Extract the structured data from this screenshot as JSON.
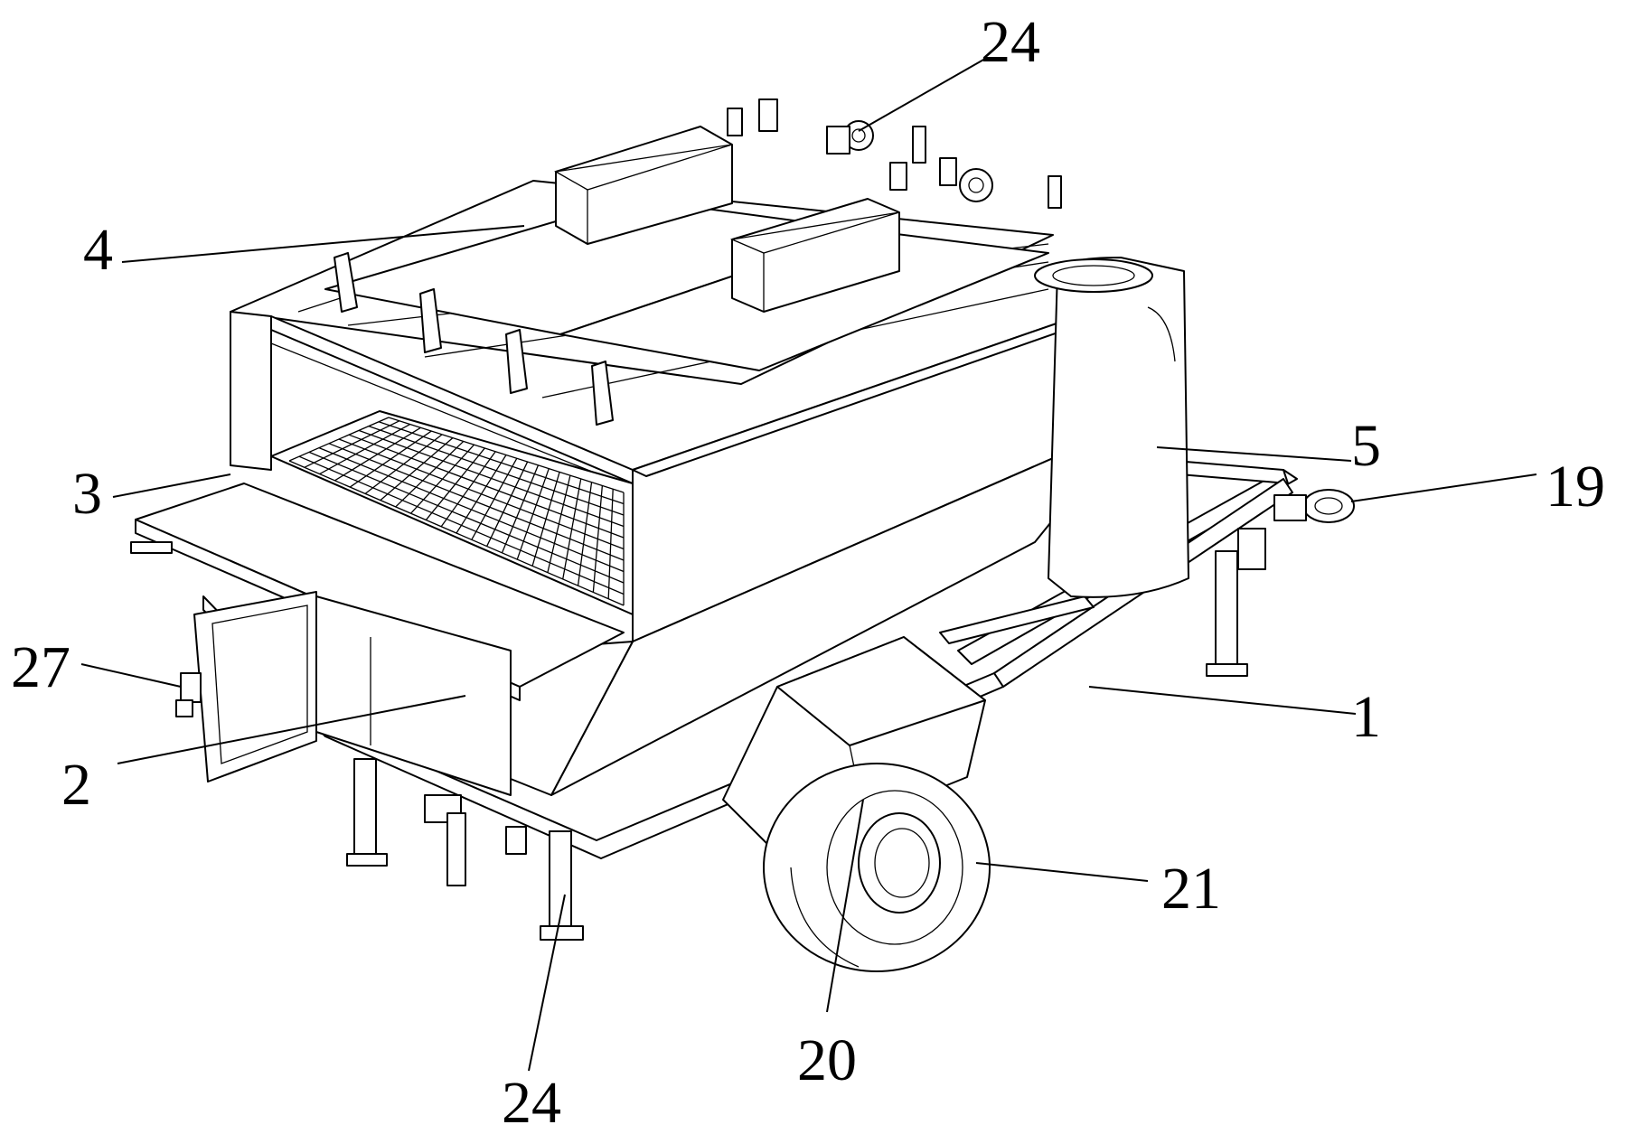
{
  "labels": {
    "label_24_top": "24",
    "label_4": "4",
    "label_5": "5",
    "label_19": "19",
    "label_3": "3",
    "label_27": "27",
    "label_1": "1",
    "label_2": "2",
    "label_21": "21",
    "label_24_bottom": "24",
    "label_20": "20"
  }
}
